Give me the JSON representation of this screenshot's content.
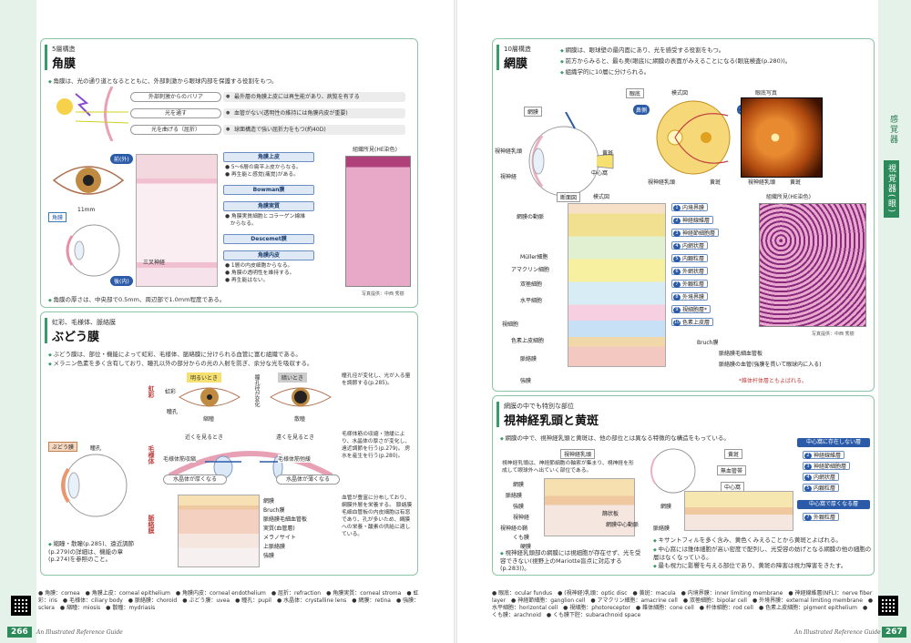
{
  "colors": {
    "accent": "#3a9a6a",
    "blue": "#2b5ba8",
    "pink": "#e8b4c8"
  },
  "cornea": {
    "sub": "5層構造",
    "title": "角膜",
    "bullet": "角膜は、光の通り道となるとともに、外部刺激から眼球内部を保護する役割をもつ。",
    "roles": [
      {
        "pill": "外部刺激からのバリア",
        "desc": "最外層の角膜上皮には再生能があり、病覧を有する"
      },
      {
        "pill": "光を通す",
        "desc": "血管がない(透明性の維持には角膜内皮が重要)"
      },
      {
        "pill": "光を曲げる（屈折）",
        "desc": "球面構造で強い屈折力をもつ(約40D)"
      }
    ],
    "labels": {
      "front": "前(外)",
      "back": "後(内)",
      "cornea": "角膜",
      "mm": "11mm",
      "nerve": "三叉神経",
      "stain": "組織所見(HE染色)",
      "photo": "写真提供：中西 秀樹"
    },
    "layers": [
      {
        "head": "角膜上皮",
        "body": "● 5〜6層の扁平上皮からなる。\n● 再生能と感覚(痛覚)がある。"
      },
      {
        "head": "Bowman膜",
        "body": ""
      },
      {
        "head": "角膜実質",
        "body": "● 角膜実質細胞とコラーゲン線維\n　からなる。"
      },
      {
        "head": "Descemet膜",
        "body": ""
      },
      {
        "head": "角膜内皮",
        "body": "● 1層の内皮細胞からなる。\n● 角膜の透明性を維持する。\n● 再生能はない。"
      }
    ],
    "note": "角膜の厚さは、中央部で0.5mm、周辺部で1.0mm程度である。"
  },
  "uvea": {
    "sub": "虹彩、毛様体、脈絡膜",
    "title": "ぶどう膜",
    "bullets": [
      "ぶどう膜は、部位・機能によって虹彩、毛様体、脈絡膜に分けられる血管に富む組織である。",
      "メラニン色素を多く含有しており、瞳孔以外の部分からの光の入射を防ぎ、余分な光を吸収する。"
    ],
    "labels": {
      "uvea": "ぶどう膜",
      "iris_v": "虹彩",
      "ciliary_v": "毛様体",
      "choroid_v": "脈絡膜",
      "bright": "明るいとき",
      "dark": "暗いとき",
      "iris": "虹彩",
      "pupil": "瞳孔",
      "miosis": "縮瞳",
      "mydriasis": "散瞳",
      "change": "瞳孔径が変化",
      "near": "近くを見るとき",
      "far": "遠くを見るとき",
      "ciliary_contract": "毛様体筋収縮",
      "ciliary_relax": "毛様体筋弛緩",
      "lens_thick": "水晶体が厚くなる",
      "lens_thin": "水晶体が薄くなる",
      "pupil2": "瞳孔"
    },
    "iris_desc": "瞳孔径が変化し、光が入る量を調節する(p.285)。",
    "ciliary_desc": "毛様体筋の収縮・弛緩により、水晶体の厚さが変化し、遠近調節を行う(p.279)。\n房水を産生を行う(p.280)。",
    "choroid_layers": [
      "網膜",
      "Bruch膜",
      "脈絡膜毛細血管板",
      "実質(血管層)",
      "メラノサイト",
      "上脈絡膜",
      "強膜"
    ],
    "choroid_desc": "血管が豊富に分布しており、網膜外層を栄養する。\n脈絡膜毛細血管板の内皮細胞は有窓であり、孔が多いため、網膜への栄養・酸素の供給に適している。",
    "note": "縮瞳・散瞳(p.285)、遠近調節(p.279)の詳細は、機能の章(p.274)を参照のこと。"
  },
  "retina": {
    "sub": "10層構造",
    "title": "網膜",
    "bullets": [
      "網膜は、眼球壁の最内面にあり、光を感受する役割をもつ。",
      "前方からみると、最も奥(眼底)に網膜の表面がみえることになる(眼底検査(p.280))。",
      "組織学的に10層に分けられる。"
    ],
    "labels": {
      "retina": "網膜",
      "fundus": "眼底",
      "model": "模式図",
      "photo_title": "眼底写真",
      "nasal": "鼻側",
      "temporal": "耳側",
      "optic_nerve": "視神経",
      "disc": "視神経乳頭",
      "macula": "黄斑",
      "fovea": "中心窩",
      "optic_disc2": "視神経乳頭",
      "macula2": "黄斑",
      "section": "断面図",
      "model2": "模式図",
      "stain": "組織所見(HE染色)",
      "photo_credit": "写真提供：中西 秀樹",
      "vessel": "網膜の動脈",
      "muller": "Müller細胞",
      "amacrine": "アマクリン細胞",
      "bipolar": "双極細胞",
      "horizontal": "水平細胞",
      "visual": "視細胞",
      "pigment": "色素上皮細胞",
      "choroid": "脈絡膜",
      "sclera": "強膜",
      "bruch": "Bruch膜",
      "capillary": "脈絡膜毛細血管板",
      "nourish": "脈絡膜の血管(強膜を貫いて眼球内に入る)",
      "asterisk": "*錐体杆体層ともよばれる。"
    },
    "layers": [
      {
        "n": "1",
        "name": "内境界膜"
      },
      {
        "n": "2",
        "name": "神経線維層"
      },
      {
        "n": "3",
        "name": "神経節細胞層"
      },
      {
        "n": "4",
        "name": "内網状層"
      },
      {
        "n": "5",
        "name": "内顆粒層"
      },
      {
        "n": "6",
        "name": "外網状層"
      },
      {
        "n": "7",
        "name": "外顆粒層"
      },
      {
        "n": "8",
        "name": "外境界膜"
      },
      {
        "n": "9",
        "name": "視細胞層*"
      },
      {
        "n": "10",
        "name": "色素上皮層"
      }
    ]
  },
  "disc": {
    "sub": "網膜の中でも特別な部位",
    "title": "視神経乳頭と黄斑",
    "bullet": "網膜の中で、視神経乳頭と黄斑は、他の部位とは異なる特徴的な構造をもっている。",
    "disc_head": "視神経乳頭",
    "disc_desc": "視神経乳頭は、神経節細胞の軸索が集まり、視神経を形成して眼球外へ出ていく部位である。",
    "disc_labels": [
      "網膜",
      "脈絡膜",
      "強膜",
      "視神経",
      "視神経の鞘",
      "くも膜",
      "硬膜",
      "篩状板",
      "網膜中心動脈"
    ],
    "disc_note": "視神経乳頭部の網膜には視細胞が存在せず、光を受容できない(視野上のMariotte盲点に対応する(p.283))。",
    "macula_head": "黄斑",
    "macula_labels": [
      "無血管帯",
      "中心窩",
      "網膜",
      "脈絡膜"
    ],
    "no_layers_head": "中心窩に存在しない層",
    "no_layers": [
      {
        "n": "2",
        "name": "神経線維層"
      },
      {
        "n": "3",
        "name": "神経節細胞層"
      },
      {
        "n": "4",
        "name": "内網状層"
      },
      {
        "n": "5",
        "name": "内顆粒層"
      }
    ],
    "thick_head": "中心窩で厚くなる層",
    "thick_layers": [
      {
        "n": "7",
        "name": "外顆粒層"
      }
    ],
    "macula_notes": [
      "キサントフィルを多く含み、黄色くみえることから黄斑とよばれる。",
      "中心窩には錐体細胞が高い密度で配列し、光受容の妨げとなる網膜の他の細胞の層はなくなっている。",
      "最も視力に影響を与える部位であり、黄斑の障害は視力障害をきたす。"
    ]
  },
  "side_tabs": {
    "sense": "感覚器",
    "visual": "視覚器(眼)"
  },
  "footer": {
    "left": "● 角膜：cornea　● 角膜上皮：corneal epithelium　● 角膜内皮：corneal endothelium　● 屈折：refraction　● 角膜実質：corneal stroma　● 虹彩：iris　● 毛様体：ciliary body　● 脈絡膜：choroid　● ぶどう膜：uvea　● 瞳孔：pupil　● 水晶体：crystalline lens　● 網膜：retina　● 強膜：sclera　● 縮瞳：miosis　● 散瞳：mydriasis",
    "right": "● 眼底：ocular fundus　● (視神経)乳頭：optic disc　● 黄斑：macula　● 内境界膜：inner limiting membrane　● 神経線維層(NFL)：nerve fiber layer　● 神経節細胞：ganglion cell　● アマクリン細胞：amacrine cell　● 双極細胞：bipolar cell　● 外境界膜：external limiting membrane　● 水平細胞：horizontal cell　● 視細胞：photoreceptor　● 錐体細胞：cone cell　● 杆体細胞：rod cell　● 色素上皮細胞：pigment epithelium　● くも膜：arachnoid　● くも膜下腔：subarachnoid space",
    "left_num": "266",
    "right_num": "267",
    "guide": "An Illustrated Reference Guide"
  }
}
